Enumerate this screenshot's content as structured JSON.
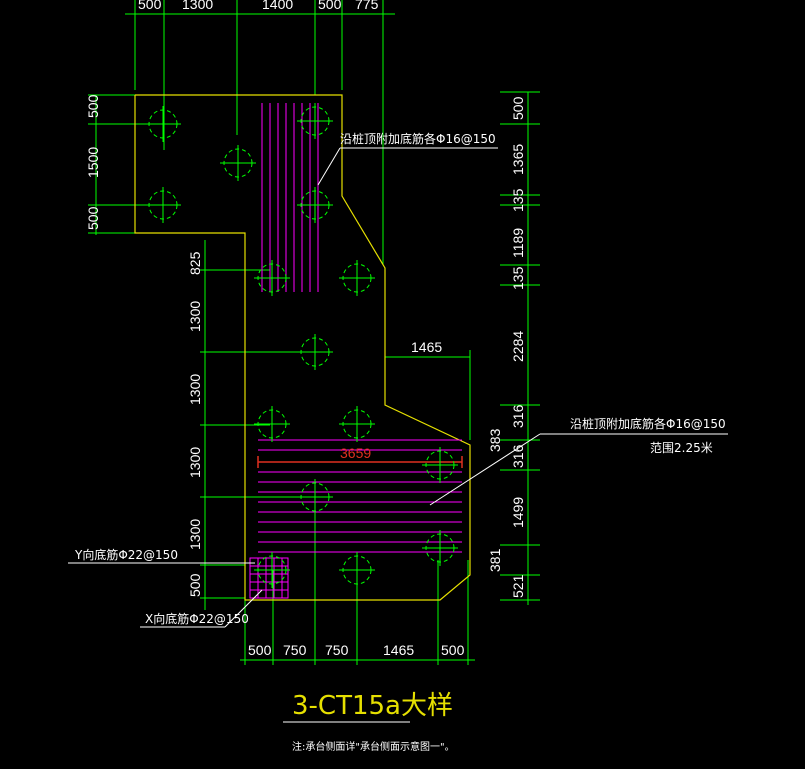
{
  "title": "3-CT15a大样",
  "footnote": "注:承台侧面详\"承台侧面示意图一\"。",
  "top_dims": [
    "500",
    "1300",
    "1400",
    "500",
    "775"
  ],
  "bottom_dims": [
    "500",
    "750",
    "750",
    "1465",
    "500"
  ],
  "left_dims_upper": [
    "500",
    "1500",
    "500"
  ],
  "left_dims_lower": [
    "825",
    "1300",
    "1300",
    "1300",
    "1300",
    "500"
  ],
  "right_dims_upper": [
    "500",
    "1365",
    "135",
    "1189",
    "135",
    "2284"
  ],
  "right_dims_lower": [
    "316",
    "383",
    "316",
    "1499",
    "381",
    "521"
  ],
  "dim_1465": "1465",
  "dim_3659": "3659",
  "annotations": {
    "pile_top_upper": "沿桩顶附加底筋各Φ16@150",
    "pile_top_lower": "沿桩顶附加底筋各Φ16@150",
    "range": "范围2.25米",
    "y_rebar": "Y向底筋Φ22@150",
    "x_rebar": "X向底筋Φ22@150"
  },
  "colors": {
    "background": "#000000",
    "dimension_lines": "#00ff00",
    "outline": "#e6e000",
    "rebar": "#ff00ff",
    "pile": "#00ff00",
    "text": "#ffffff",
    "highlight": "#e03020"
  }
}
